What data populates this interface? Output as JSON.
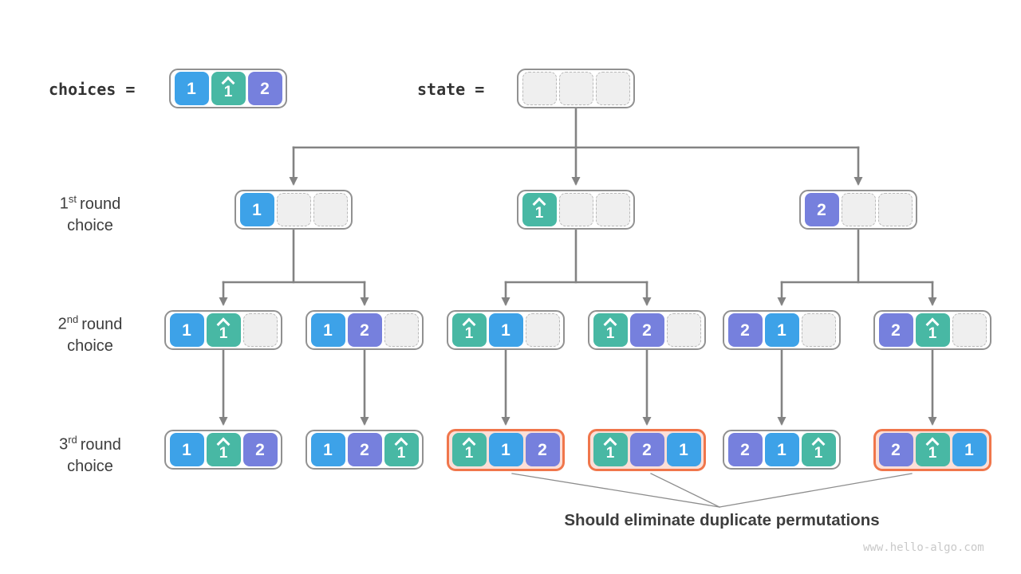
{
  "legend": {
    "choices_label": "choices =",
    "state_label": "state ="
  },
  "choices_cells": [
    "1",
    "1̂",
    "2"
  ],
  "state_cells": [
    "",
    "",
    ""
  ],
  "row_labels": [
    {
      "ordinal": "1",
      "suffix": "st",
      "rest": "round",
      "line2": "choice"
    },
    {
      "ordinal": "2",
      "suffix": "nd",
      "rest": "round",
      "line2": "choice"
    },
    {
      "ordinal": "3",
      "suffix": "rd",
      "rest": "round",
      "line2": "choice"
    }
  ],
  "tree": {
    "level1": [
      {
        "cells": [
          "1",
          "",
          ""
        ],
        "duplicate": false
      },
      {
        "cells": [
          "1̂",
          "",
          ""
        ],
        "duplicate": false
      },
      {
        "cells": [
          "2",
          "",
          ""
        ],
        "duplicate": false
      }
    ],
    "level2": [
      {
        "cells": [
          "1",
          "1̂",
          ""
        ],
        "duplicate": false
      },
      {
        "cells": [
          "1",
          "2",
          ""
        ],
        "duplicate": false
      },
      {
        "cells": [
          "1̂",
          "1",
          ""
        ],
        "duplicate": false
      },
      {
        "cells": [
          "1̂",
          "2",
          ""
        ],
        "duplicate": false
      },
      {
        "cells": [
          "2",
          "1",
          ""
        ],
        "duplicate": false
      },
      {
        "cells": [
          "2",
          "1̂",
          ""
        ],
        "duplicate": false
      }
    ],
    "level3": [
      {
        "cells": [
          "1",
          "1̂",
          "2"
        ],
        "duplicate": false
      },
      {
        "cells": [
          "1",
          "2",
          "1̂"
        ],
        "duplicate": false
      },
      {
        "cells": [
          "1̂",
          "1",
          "2"
        ],
        "duplicate": true
      },
      {
        "cells": [
          "1̂",
          "2",
          "1"
        ],
        "duplicate": true
      },
      {
        "cells": [
          "2",
          "1",
          "1̂"
        ],
        "duplicate": false
      },
      {
        "cells": [
          "2",
          "1̂",
          "1"
        ],
        "duplicate": true
      }
    ]
  },
  "annotation": "Should eliminate duplicate permutations",
  "watermark": "www.hello-algo.com",
  "colors": {
    "cell_one": "#3da2e8",
    "cell_one_hat": "#48b8a4",
    "cell_two": "#7680dd",
    "duplicate_border": "#f0764b",
    "duplicate_fill": "#fbdfd8",
    "node_border": "#919191",
    "empty_fill": "#efefef",
    "empty_border": "#b9b9b9",
    "line": "#838383",
    "callout_line": "#8d8d8d",
    "text": "#3d3d3d",
    "watermark": "#c9c9c9"
  }
}
